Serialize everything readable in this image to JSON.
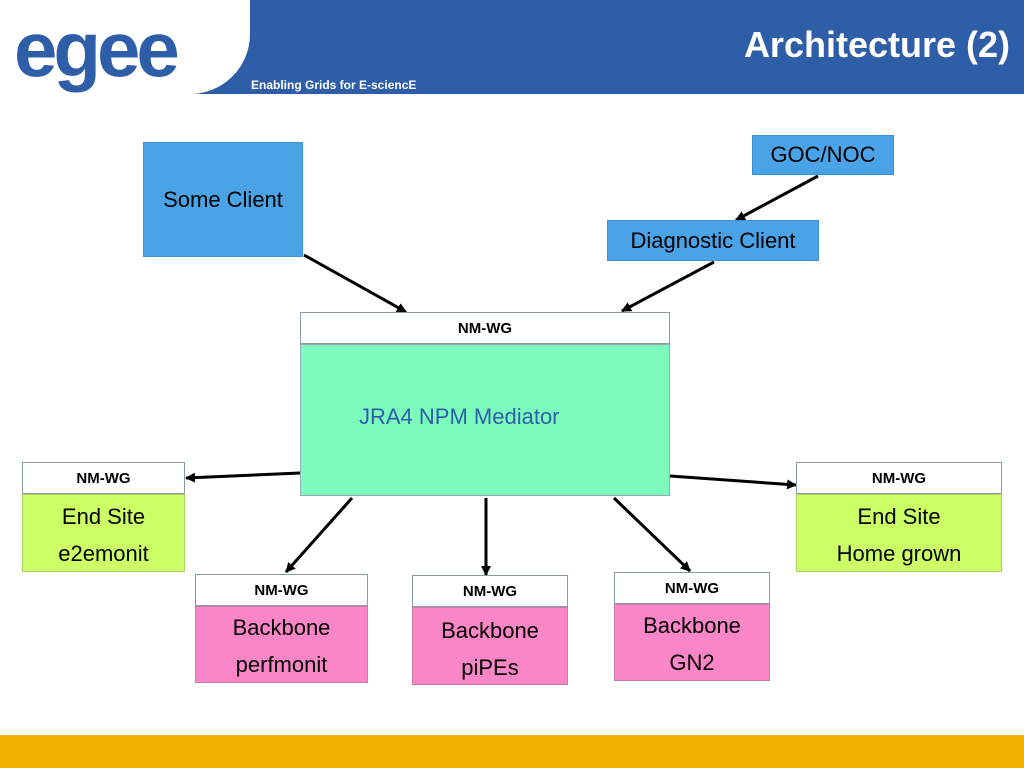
{
  "header": {
    "title": "Architecture (2)",
    "tagline": "Enabling Grids for E-sciencE",
    "logo_text": "egee"
  },
  "diagram": {
    "some_client": "Some Client",
    "goc_noc": "GOC/NOC",
    "diagnostic_client": "Diagnostic Client",
    "mediator": {
      "header": "NM-WG",
      "label": "JRA4 NPM Mediator"
    },
    "end_site_left": {
      "header": "NM-WG",
      "line1": "End Site",
      "line2": "e2emonit"
    },
    "end_site_right": {
      "header": "NM-WG",
      "line1": "End Site",
      "line2": "Home grown"
    },
    "backbone_perfmonit": {
      "header": "NM-WG",
      "line1": "Backbone",
      "line2": "perfmonit"
    },
    "backbone_pipes": {
      "header": "NM-WG",
      "line1": "Backbone",
      "line2": "piPEs"
    },
    "backbone_gn2": {
      "header": "NM-WG",
      "line1": "Backbone",
      "line2": "GN2"
    }
  },
  "colors": {
    "header_blue": "#2f5ea8",
    "client_blue": "#4aa3e6",
    "mediator_green": "#7bfcbd",
    "site_lime": "#ccff66",
    "backbone_pink": "#fb86c7",
    "footer_gold": "#f2b100"
  }
}
